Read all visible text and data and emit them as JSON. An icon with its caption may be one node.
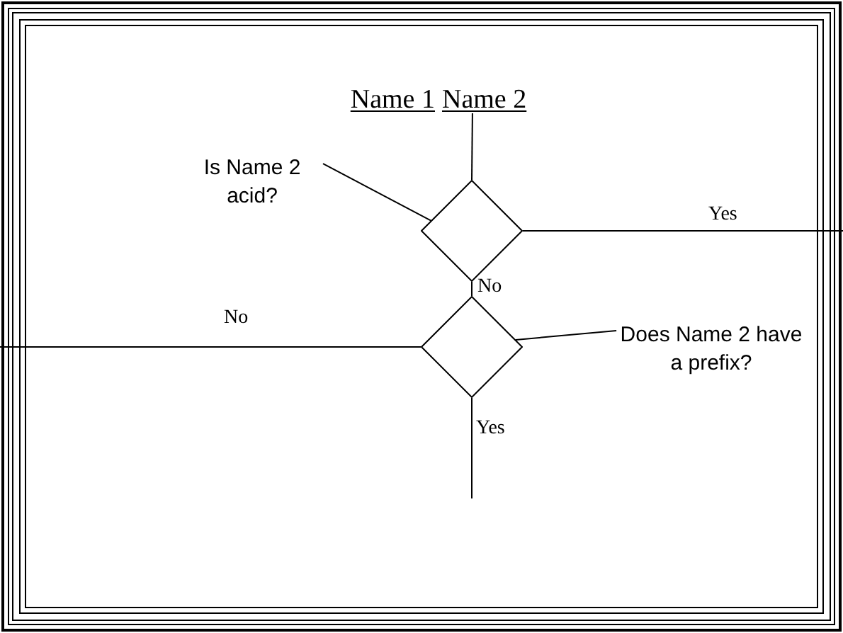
{
  "diagram": {
    "nodes": [
      {
        "text": [
          "Name 1",
          "Name 2"
        ]
      },
      {
        "text": [],
        "shape": "diamond"
      },
      {
        "text": [],
        "shape": "diamond"
      },
      {
        "text": [
          "Is Name 2 acid?"
        ]
      },
      {
        "text": [
          "Does Name 2 have a prefix?"
        ]
      }
    ],
    "edges": [
      {
        "from": 0,
        "to": 1,
        "arrow": "none"
      },
      {
        "from": 1,
        "to": null,
        "arrow": "none",
        "label": "Yes"
      },
      {
        "from": 1,
        "to": 2,
        "arrow": "none",
        "label": "No"
      },
      {
        "from": 2,
        "to": null,
        "arrow": "none",
        "label": "No"
      },
      {
        "from": 2,
        "to": null,
        "arrow": "none",
        "label": "Yes"
      },
      {
        "from": 3,
        "to": 1,
        "arrow": "none"
      },
      {
        "from": 4,
        "to": 2,
        "arrow": "none"
      }
    ]
  }
}
